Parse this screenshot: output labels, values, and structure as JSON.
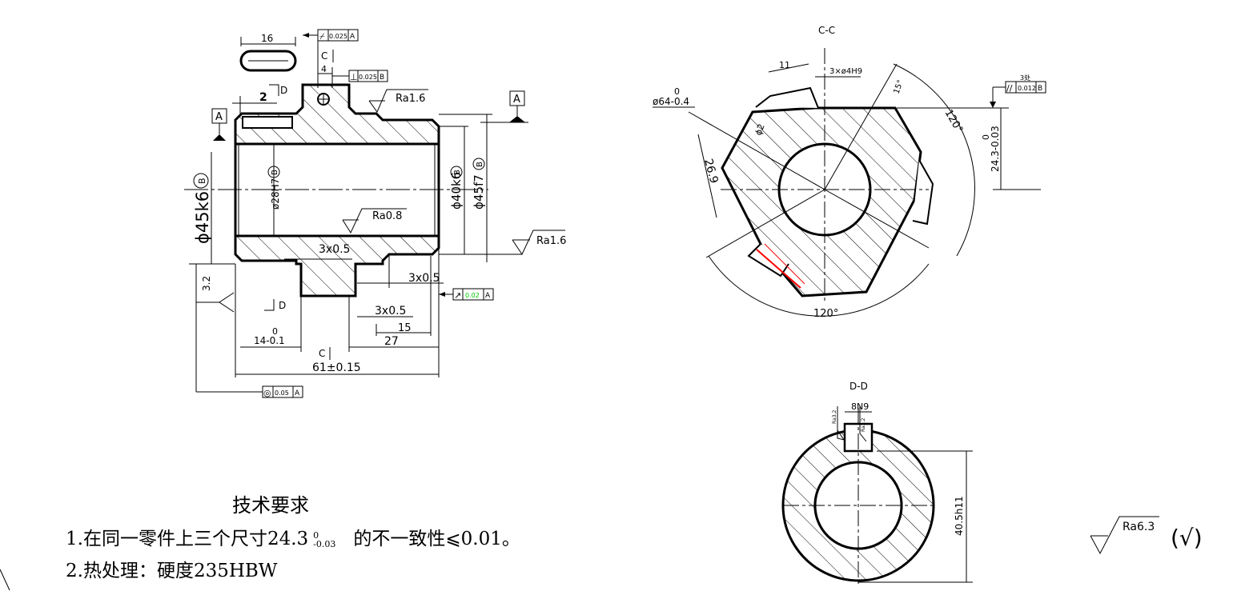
{
  "main_view": {
    "key_width": "16",
    "gdt_top": {
      "symbol": "⌿",
      "value": "0.025",
      "datum": "A"
    },
    "section_c_label": "C",
    "keyway_width": "4",
    "gdt_perp": {
      "symbol": "⊥",
      "value": "0.025",
      "datum": "B"
    },
    "section_d_label": "D",
    "chamfer_2": "2",
    "datum_a": "A",
    "ra_top": "Ra1.6",
    "bore_dia": "ø28H7",
    "bore_datum": "B",
    "ra_bore": "Ra0.8",
    "dia_40": "ϕ40k6",
    "dia_40_datum": "B",
    "dia_45f": "ϕ45f7",
    "dia_45f_datum": "B",
    "dia_45k": "ϕ45k6",
    "dia_45k_datum": "B",
    "ra_right": "Ra1.6",
    "ra_left": "3.2",
    "chamfer_1": "3x0.5",
    "chamfer_2b": "3x0.5",
    "chamfer_3": "3x0.5",
    "gdt_runout": {
      "symbol": "↗",
      "value": "0.02",
      "datum": "A"
    },
    "gdt_concentric": {
      "symbol": "◎",
      "value": "0.05",
      "datum": "A"
    },
    "dim_14_upper": "0",
    "dim_14": "14-0.1",
    "dim_15": "15",
    "dim_27": "27",
    "dim_61": "61±0.15"
  },
  "section_cc": {
    "title": "C-C",
    "dia_64_upper": "0",
    "dia_64": "ø64-0.4",
    "dim_11": "11",
    "holes": "3×ø4H9",
    "angle_15": "15°",
    "angle_120_top": "120°",
    "angle_120_bottom": "120°",
    "dim_26_9": "26.9",
    "dim_phi2": "ϕ2",
    "dim_24_3_upper": "0",
    "dim_24_3": "24.3-0.03",
    "gdt_parallel": {
      "top_note": "3处",
      "symbol": "//",
      "value": "0.012",
      "datum": "B"
    }
  },
  "section_dd": {
    "title": "D-D",
    "keyway": "8N9",
    "ra_key_left": "Ra3.2",
    "ra_key_right": "Ra3.2",
    "dim_40_5": "40.5h11"
  },
  "surface_finish": {
    "value": "Ra6.3",
    "other": "(√)"
  },
  "notes": {
    "title": "技术要求",
    "line1_prefix": "1.在同一零件上三个尺寸24.3",
    "line1_tol_upper": "0",
    "line1_tol_lower": "-0.03",
    "line1_suffix": "的不一致性⩽0.01。",
    "line2": "2.热处理：硬度235HBW"
  },
  "colors": {
    "lines": "#000000",
    "highlight_red": "#ff0000",
    "highlight_green": "#00cc00",
    "background": "#ffffff"
  }
}
